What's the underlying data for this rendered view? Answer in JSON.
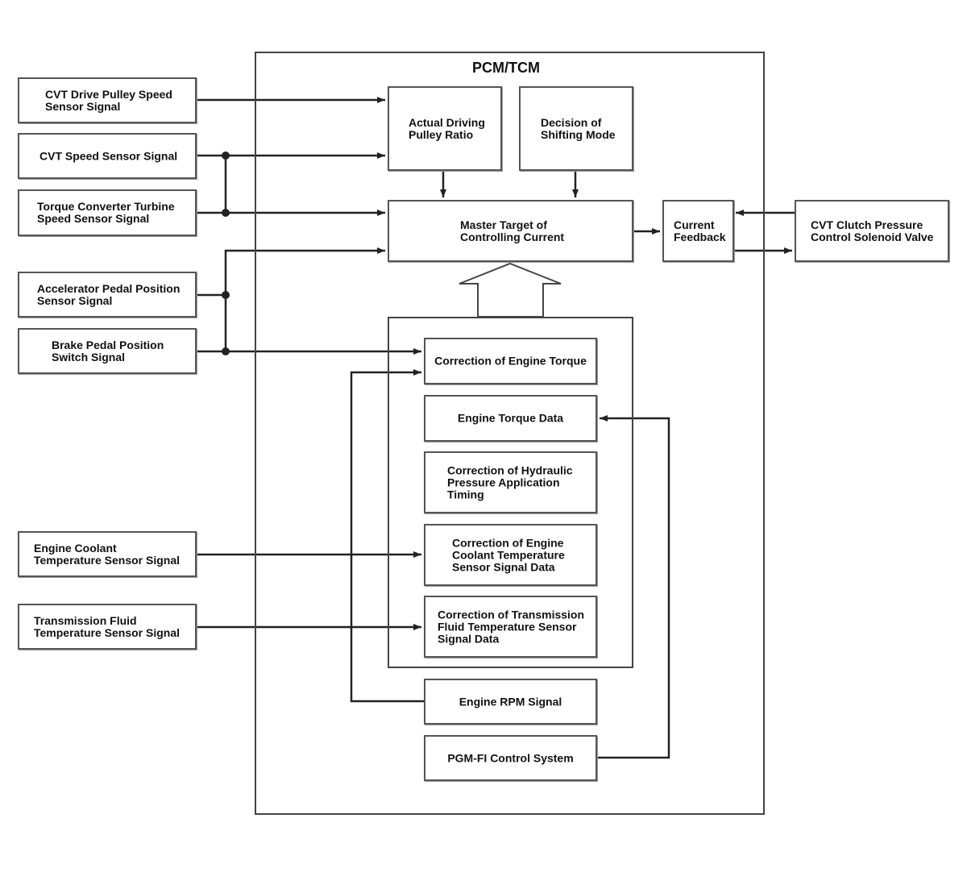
{
  "diagram": {
    "title": "PCM/TCM",
    "inputs": {
      "cvt_drive_pulley": "CVT Drive Pulley Speed\nSensor Signal",
      "cvt_speed": "CVT Speed Sensor Signal",
      "torque_converter": "Torque Converter Turbine\nSpeed Sensor Signal",
      "accelerator_pedal": "Accelerator Pedal Position\nSensor Signal",
      "brake_pedal": "Brake Pedal Position\nSwitch Signal",
      "engine_coolant": "Engine Coolant\nTemperature Sensor Signal",
      "transmission_fluid": "Transmission Fluid\nTemperature Sensor Signal"
    },
    "blocks": {
      "actual_driving_pulley_ratio": "Actual Driving\nPulley Ratio",
      "decision_of_shifting_mode": "Decision of\nShifting Mode",
      "master_target": "Master Target of\nControlling Current",
      "current_feedback": "Current\nFeedback",
      "solenoid_valve": "CVT Clutch Pressure\nControl Solenoid Valve",
      "correction_engine_torque": "Correction of Engine Torque",
      "engine_torque_data": "Engine Torque Data",
      "correction_hydraulic": "Correction of Hydraulic\nPressure Application\nTiming",
      "correction_coolant": "Correction of Engine\nCoolant Temperature\nSensor Signal Data",
      "correction_transmission": "Correction of Transmission\nFluid Temperature Sensor\nSignal Data",
      "engine_rpm": "Engine RPM Signal",
      "pgm_fi": "PGM-FI Control System"
    }
  }
}
